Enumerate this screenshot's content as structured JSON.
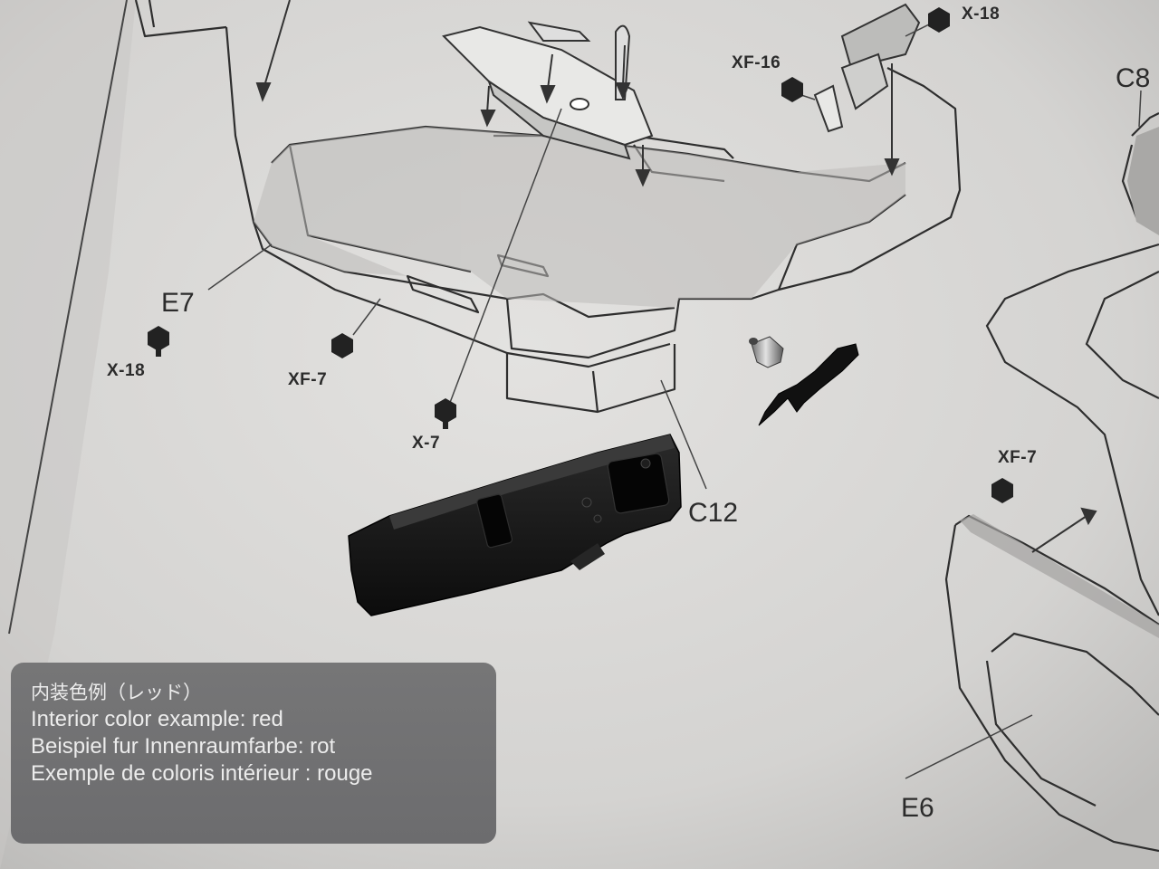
{
  "labels": {
    "e7": "E7",
    "c12": "C12",
    "e6": "E6",
    "c8": "C8",
    "x18_left": "X-18",
    "xf7_left": "XF-7",
    "x7": "X-7",
    "xf16": "XF-16",
    "x18_top": "X-18",
    "xf7_right": "XF-7"
  },
  "note": {
    "line_jp": "内装色例（レッド）",
    "line_en": "Interior color example: red",
    "line_de": "Beispiel fur Innenraumfarbe: rot",
    "line_fr": "Exemple de coloris intérieur : rouge"
  },
  "colors": {
    "paper": "#d6d5d3",
    "ink": "#2b2b2b",
    "note_box": "#6f6f71",
    "plastic_part": "#151515",
    "chrome_part": "#a8a8a8"
  }
}
